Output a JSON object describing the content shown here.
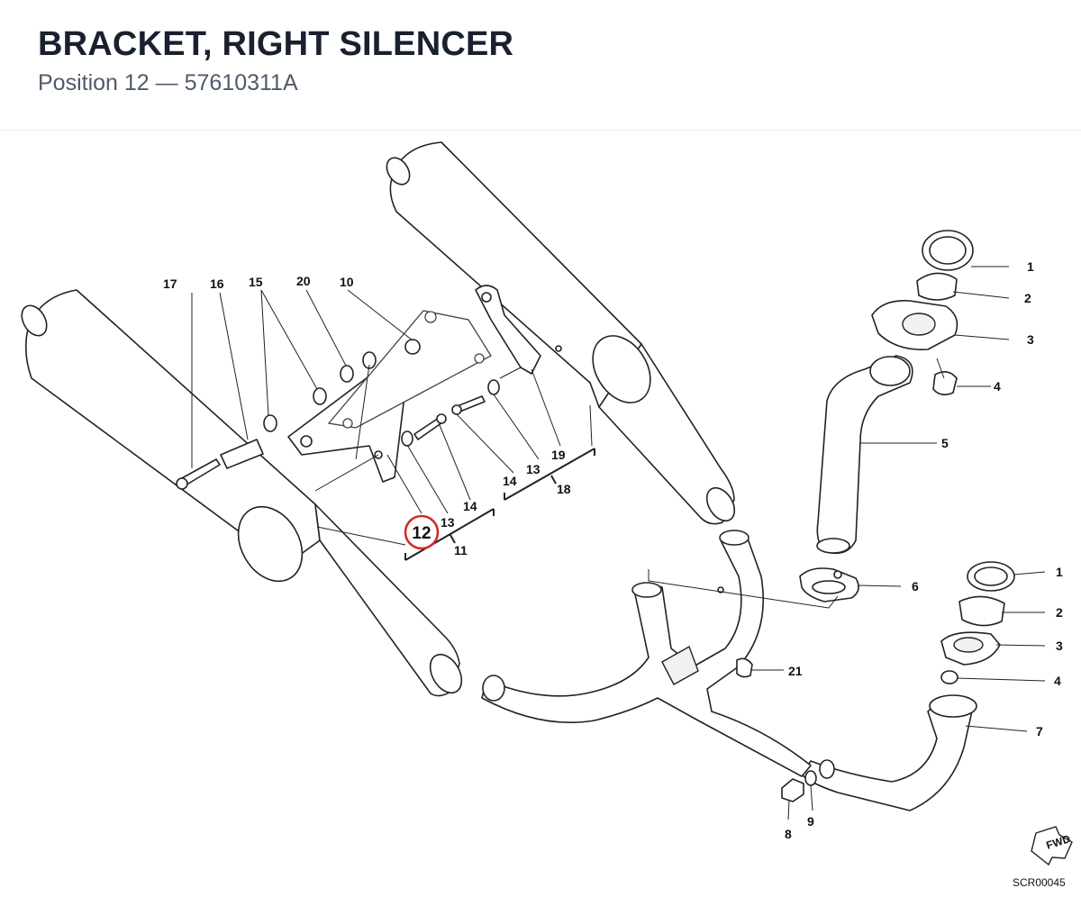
{
  "header": {
    "title": "BRACKET, RIGHT SILENCER",
    "subtitle": "Position 12 — 57610311A"
  },
  "highlight": {
    "position": "12",
    "color": "#d42a2a"
  },
  "callouts": {
    "p1a": "1",
    "p2a": "2",
    "p3a": "3",
    "p4a": "4",
    "p5": "5",
    "p6": "6",
    "p1b": "1",
    "p2b": "2",
    "p3b": "3",
    "p4b": "4",
    "p7": "7",
    "p8": "8",
    "p9": "9",
    "p10": "10",
    "p11": "11",
    "p12": "12",
    "p13a": "13",
    "p13b": "13",
    "p14a": "14",
    "p14b": "14",
    "p15": "15",
    "p16": "16",
    "p17": "17",
    "p18": "18",
    "p19": "19",
    "p20": "20",
    "p21": "21"
  },
  "badges": {
    "fwd": "FWD",
    "drawing_code": "SCR00045"
  }
}
